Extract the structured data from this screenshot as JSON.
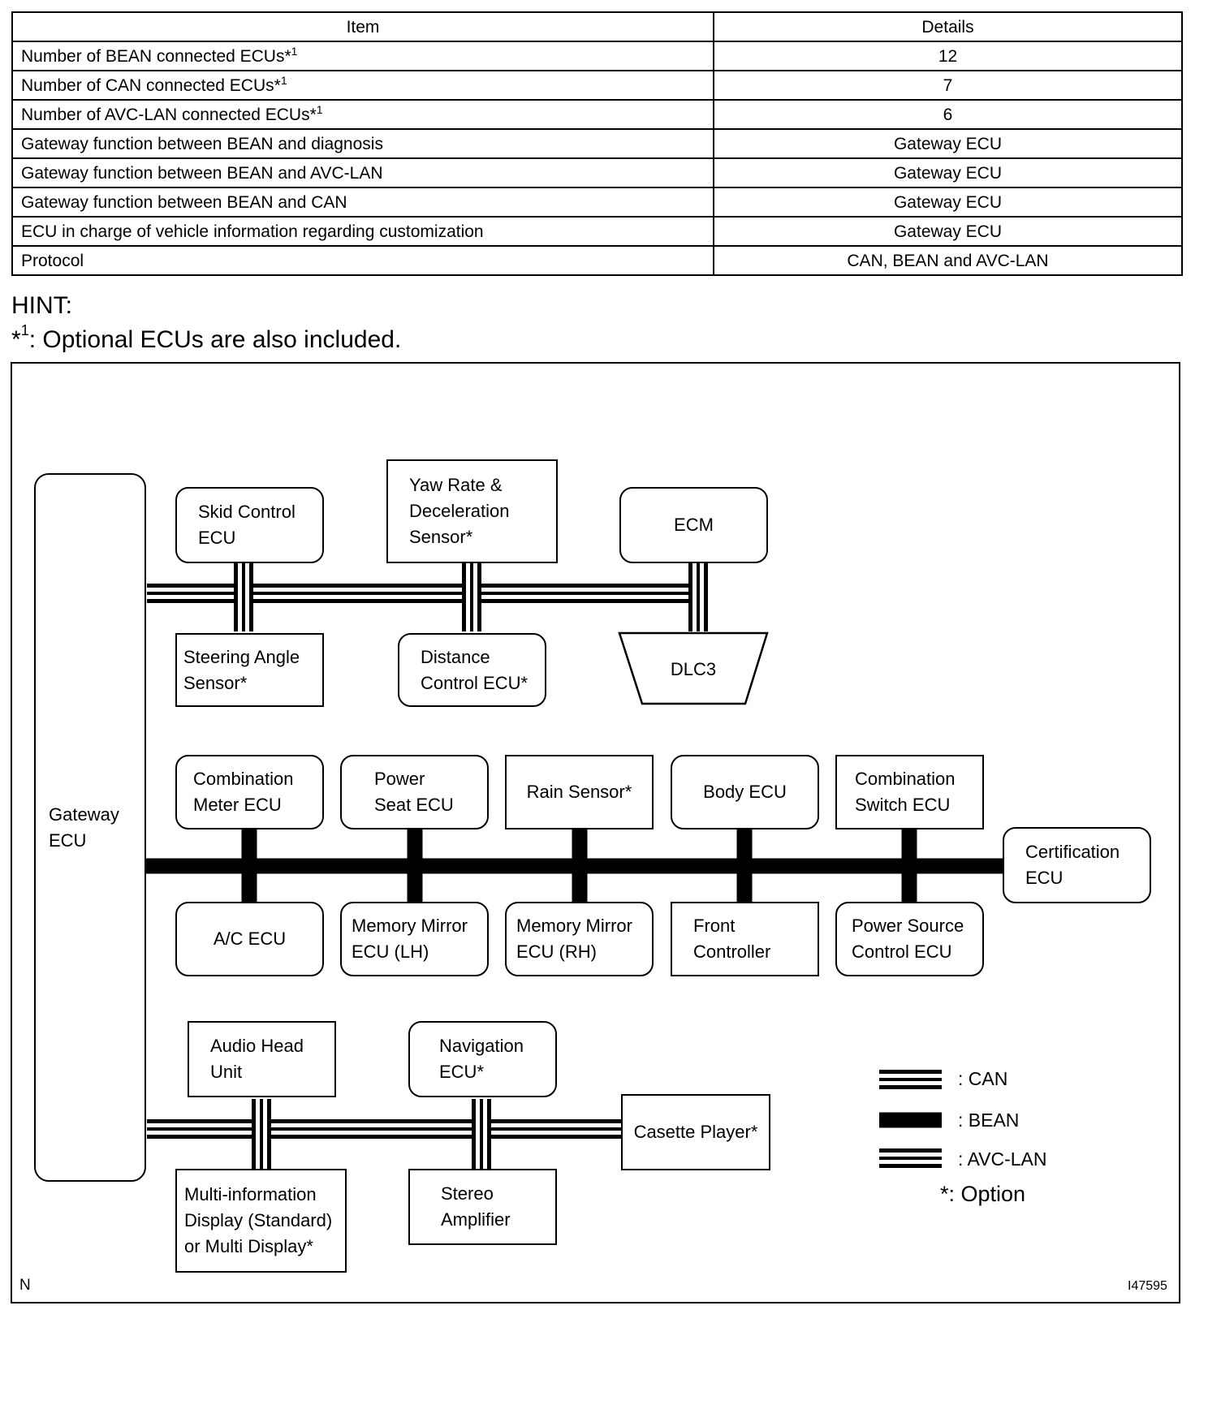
{
  "table": {
    "headers": {
      "item": "Item",
      "details": "Details"
    },
    "rows": [
      {
        "item": "Number of BEAN connected ECUs*",
        "fn": "1",
        "details": "12"
      },
      {
        "item": "Number of CAN connected ECUs*",
        "fn": "1",
        "details": "7"
      },
      {
        "item": "Number of AVC-LAN connected ECUs*",
        "fn": "1",
        "details": "6"
      },
      {
        "item": "Gateway function between BEAN and diagnosis",
        "fn": "",
        "details": "Gateway ECU"
      },
      {
        "item": "Gateway function between BEAN and AVC-LAN",
        "fn": "",
        "details": "Gateway ECU"
      },
      {
        "item": "Gateway function between BEAN and CAN",
        "fn": "",
        "details": "Gateway ECU"
      },
      {
        "item": "ECU in charge of vehicle information regarding customization",
        "fn": "",
        "details": "Gateway ECU"
      },
      {
        "item": "Protocol",
        "fn": "",
        "details": "CAN, BEAN and AVC-LAN"
      }
    ]
  },
  "hint": {
    "title": "HINT:",
    "note_prefix": "*",
    "note_sup": "1",
    "note_text": ": Optional ECUs are also included."
  },
  "diagram": {
    "gateway": "Gateway\nECU",
    "can": {
      "skid_control": "Skid Control\nECU",
      "yaw_rate": "Yaw Rate &\nDeceleration\nSensor*",
      "ecm": "ECM",
      "steering_angle": "Steering Angle\nSensor*",
      "distance_control": "Distance\nControl ECU*",
      "dlc3": "DLC3"
    },
    "bean": {
      "combination_meter": "Combination\nMeter ECU",
      "power_seat": "Power\nSeat ECU",
      "rain_sensor": "Rain Sensor*",
      "body_ecu": "Body ECU",
      "combination_switch": "Combination\nSwitch ECU",
      "certification": "Certification\nECU",
      "ac_ecu": "A/C ECU",
      "memory_mirror_lh": "Memory Mirror\nECU (LH)",
      "memory_mirror_rh": "Memory Mirror\nECU (RH)",
      "front_controller": "Front\nController",
      "power_source": "Power Source\nControl ECU"
    },
    "avc": {
      "audio_head": "Audio Head\nUnit",
      "navigation": "Navigation\nECU*",
      "cassette": "Casette Player*",
      "multi_display": "Multi-information\nDisplay (Standard)\nor Multi Display*",
      "stereo_amp": "Stereo\nAmplifier"
    },
    "legend": {
      "can": ": CAN",
      "bean": ": BEAN",
      "avc": ": AVC-LAN",
      "option": "*: Option"
    },
    "corner_left": "N",
    "corner_right": "I47595"
  }
}
